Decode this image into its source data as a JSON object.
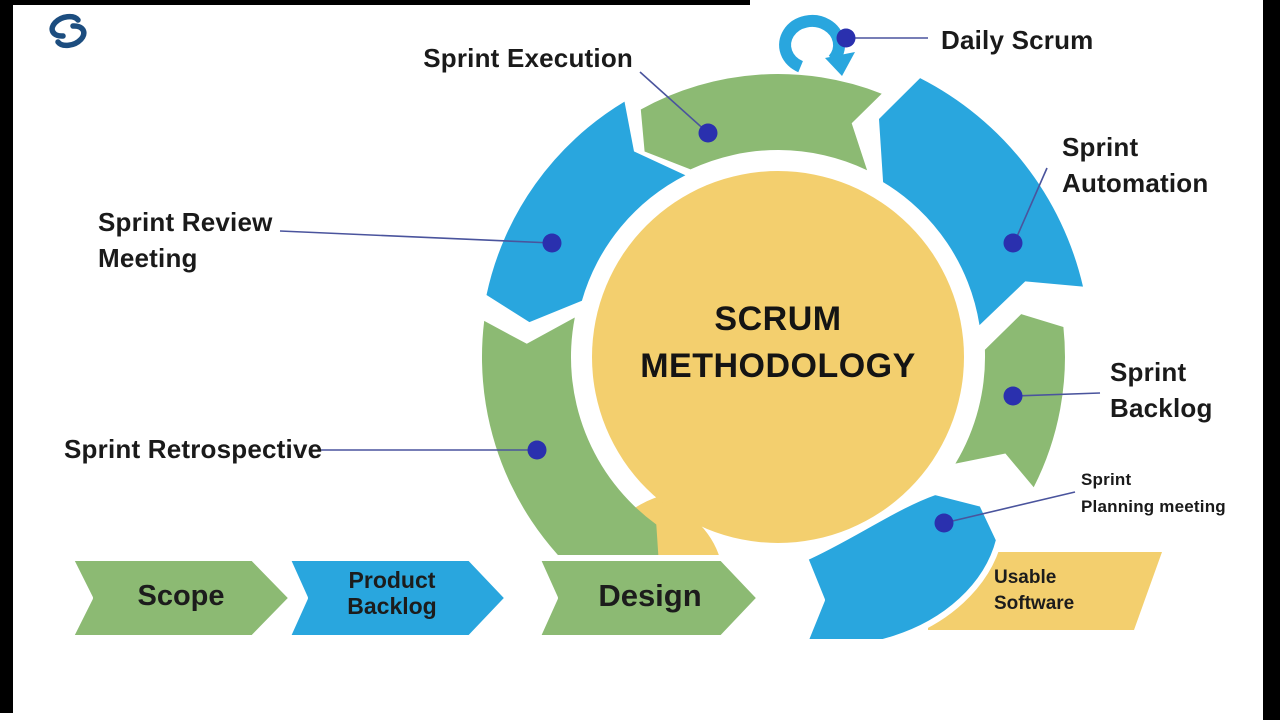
{
  "palette": {
    "green": "#8cba73",
    "blue": "#29a6de",
    "yellow": "#f3cf6e",
    "dot_navy": "#2a30ae",
    "leader_line": "#4a549d",
    "text_dark": "#1a1a1a",
    "logo_navy": "#1c4d7f"
  },
  "center": {
    "title_line1": "SCRUM",
    "title_line2": "METHODOLOGY"
  },
  "callouts": {
    "sprint_execution": {
      "label": "Sprint Execution"
    },
    "daily_scrum": {
      "label": "Daily Scrum"
    },
    "sprint_automation": {
      "label": "Sprint\nAutomation"
    },
    "sprint_backlog": {
      "label": "Sprint\nBacklog"
    },
    "sprint_planning_meeting": {
      "label": "Sprint\nPlanning meeting"
    },
    "sprint_retrospective": {
      "label": "Sprint Retrospective"
    },
    "sprint_review_meeting": {
      "label": "Sprint Review\nMeeting"
    }
  },
  "bottom_flow": {
    "scope": {
      "label": "Scope"
    },
    "product_backlog": {
      "label": "Product\nBacklog"
    },
    "design": {
      "label": "Design"
    },
    "usable_software": {
      "label": "Usable\nSoftware"
    }
  }
}
